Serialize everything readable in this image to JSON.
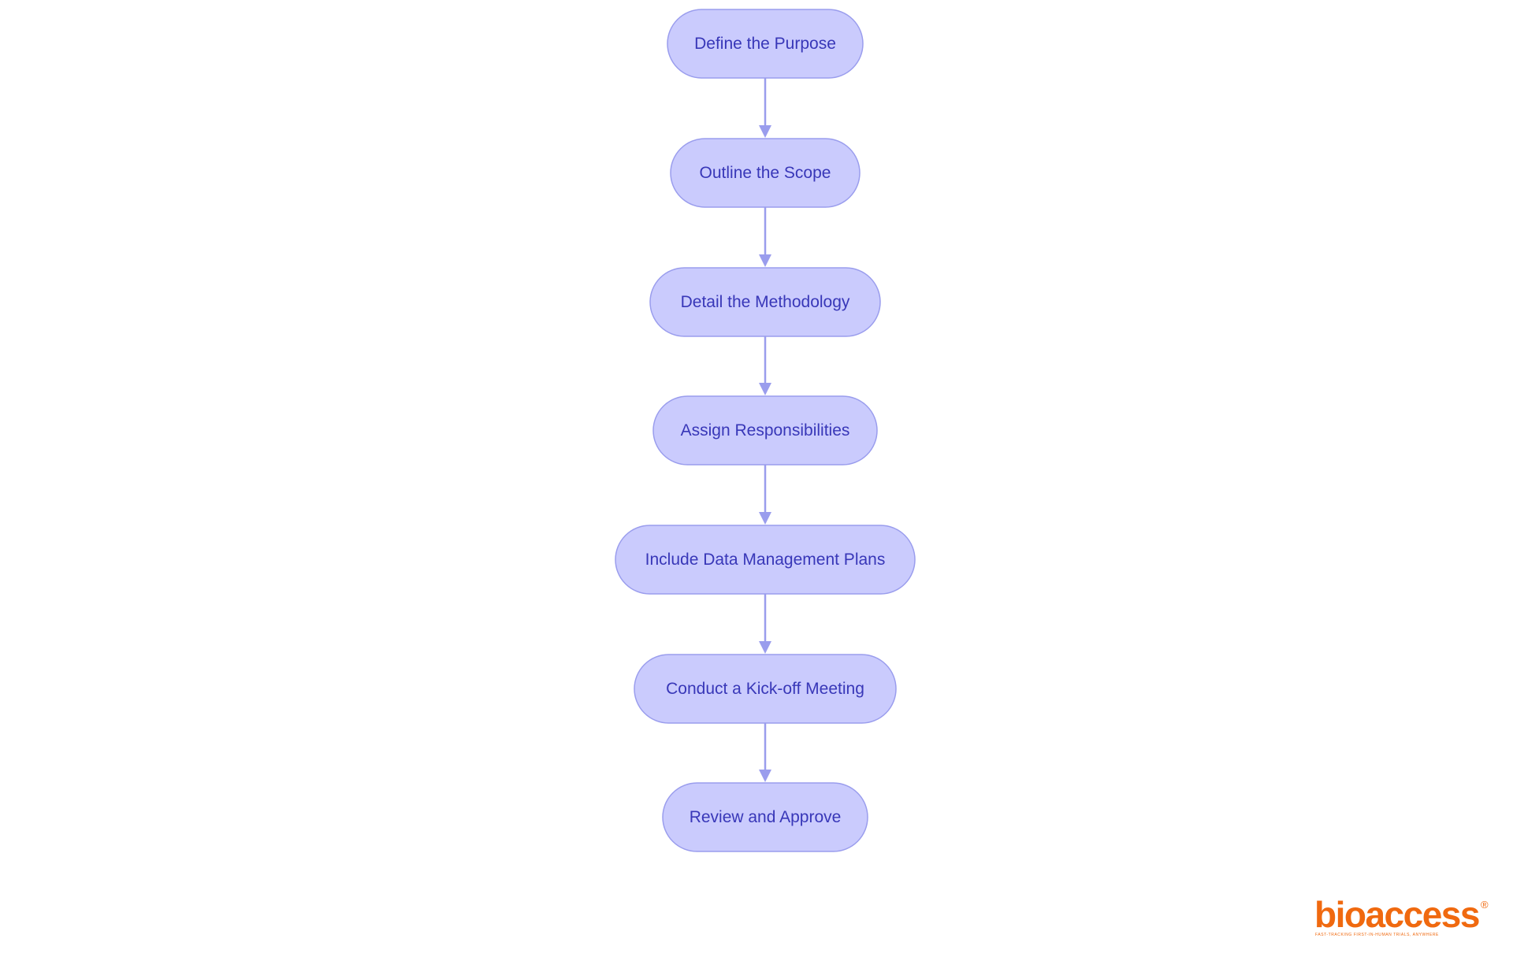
{
  "colors": {
    "background": "#ffffff",
    "node_fill": "#cacbfd",
    "node_stroke": "#9a9ded",
    "node_text": "#3837b8",
    "edge": "#9a9ded",
    "brand": "#f0690f"
  },
  "diagram": {
    "type": "vertical-flowchart",
    "nodes": [
      {
        "id": "n1",
        "label": "Define the Purpose"
      },
      {
        "id": "n2",
        "label": "Outline the Scope"
      },
      {
        "id": "n3",
        "label": "Detail the Methodology"
      },
      {
        "id": "n4",
        "label": "Assign Responsibilities"
      },
      {
        "id": "n5",
        "label": "Include Data Management Plans"
      },
      {
        "id": "n6",
        "label": "Conduct a Kick-off Meeting"
      },
      {
        "id": "n7",
        "label": "Review and Approve"
      }
    ],
    "edges": [
      {
        "from": "n1",
        "to": "n2"
      },
      {
        "from": "n2",
        "to": "n3"
      },
      {
        "from": "n3",
        "to": "n4"
      },
      {
        "from": "n4",
        "to": "n5"
      },
      {
        "from": "n5",
        "to": "n6"
      },
      {
        "from": "n6",
        "to": "n7"
      }
    ]
  },
  "logo": {
    "wordmark": "bioaccess",
    "registered": "®",
    "tagline": "FAST-TRACKING FIRST-IN-HUMAN TRIALS, ANYWHERE"
  }
}
